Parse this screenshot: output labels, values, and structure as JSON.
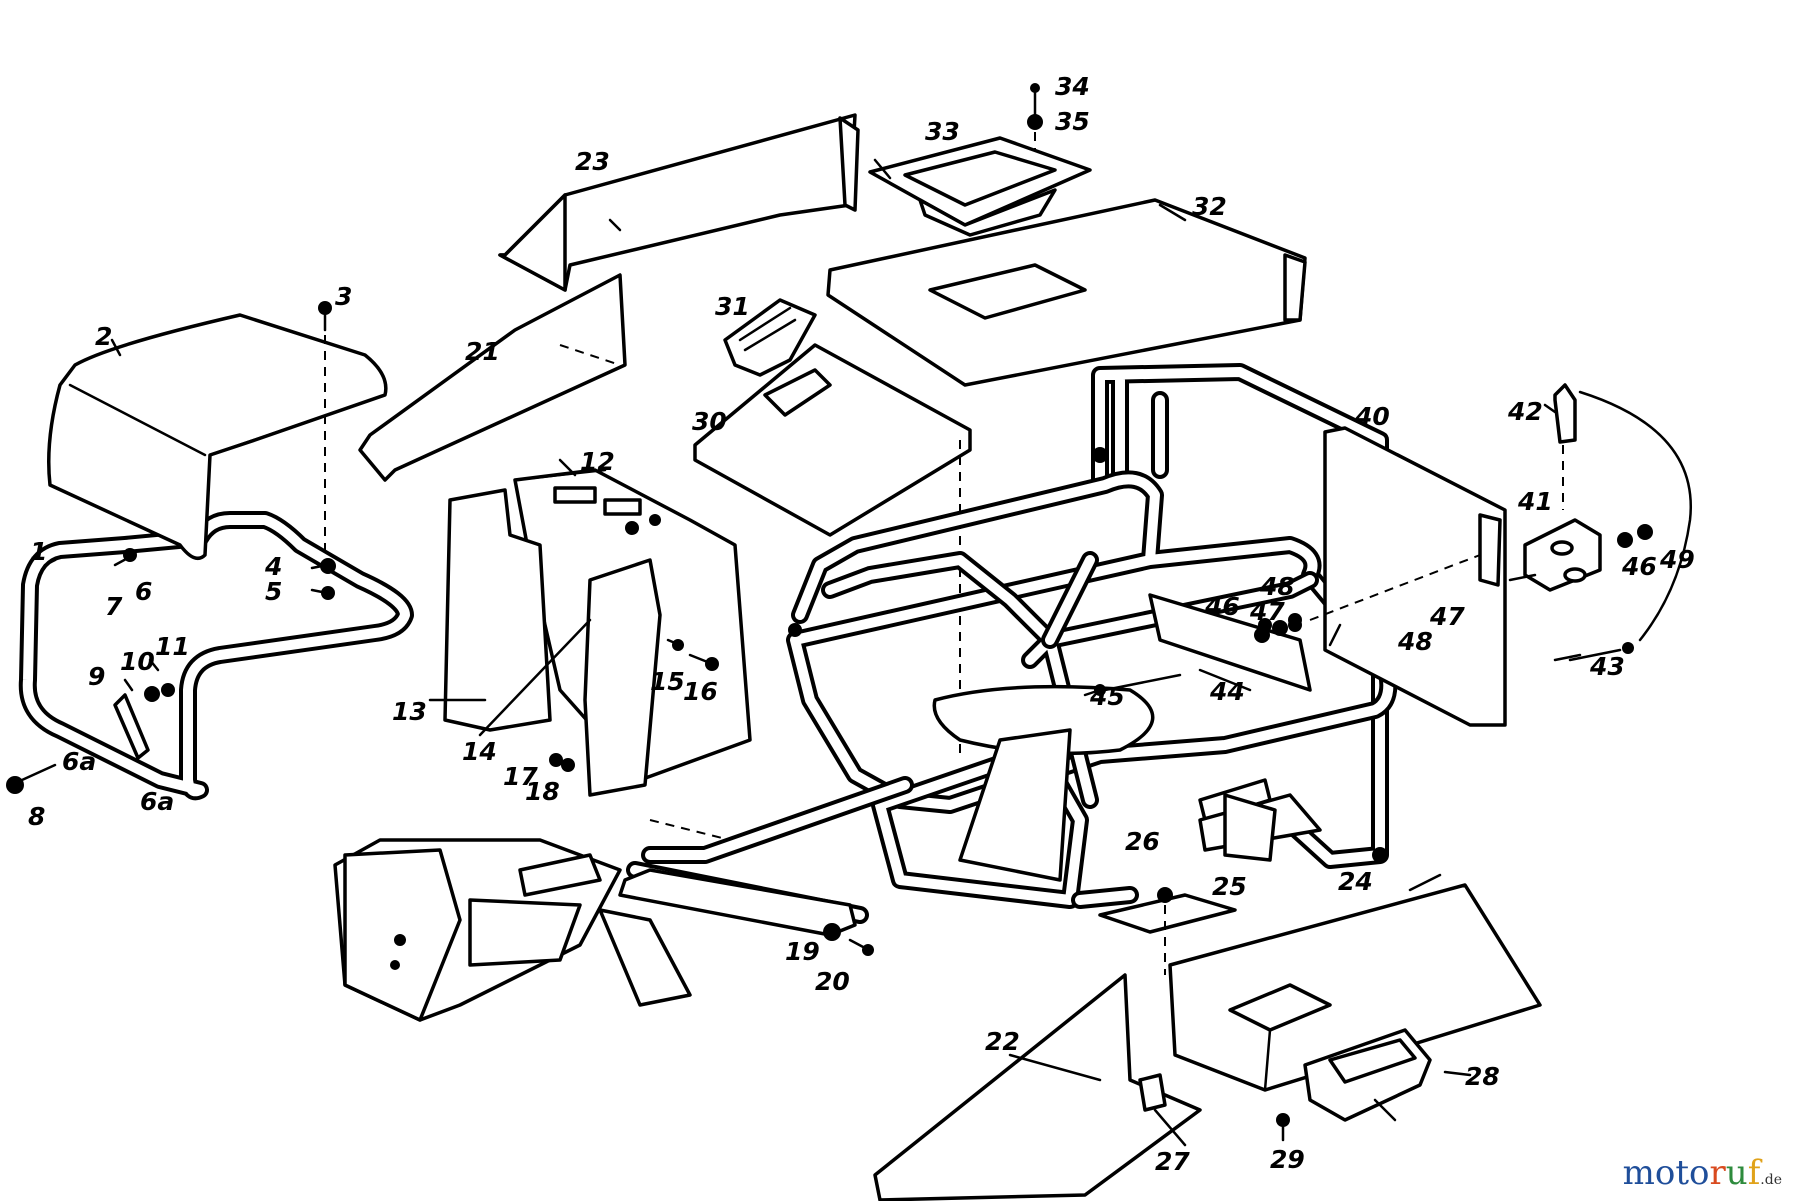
{
  "labels": {
    "p1": "1",
    "p2": "2",
    "p3": "3",
    "p4": "4",
    "p5": "5",
    "p6": "6",
    "p7": "7",
    "p8": "8",
    "p9": "9",
    "p10": "10",
    "p11": "11",
    "p12": "12",
    "p13": "13",
    "p14": "14",
    "p15": "15",
    "p16": "16",
    "p17": "17",
    "p18": "18",
    "p19": "19",
    "p20": "20",
    "p21": "21",
    "p22": "22",
    "p23": "23",
    "p24": "24",
    "p25": "25",
    "p26": "26",
    "p27": "27",
    "p28": "28",
    "p29": "29",
    "p30": "30",
    "p31": "31",
    "p32": "32",
    "p33": "33",
    "p34": "34",
    "p35": "35",
    "p40": "40",
    "p41": "41",
    "p42": "42",
    "p43": "43",
    "p44": "44",
    "p45": "45",
    "p46a": "46",
    "p46b": "46",
    "p47a": "47",
    "p47b": "47",
    "p48a": "48",
    "p48b": "48",
    "p49": "49",
    "p6a": "6a",
    "p6b": "6a"
  },
  "watermark": {
    "brand_name": "motoruf",
    "tld": ".de",
    "colors": {
      "m": "#1f4e9a",
      "o1": "#1f4e9a",
      "t": "#1f4e9a",
      "o2": "#1f4e9a",
      "r": "#d94a1f",
      "u": "#2e8b3d",
      "f": "#e0a21a"
    }
  }
}
